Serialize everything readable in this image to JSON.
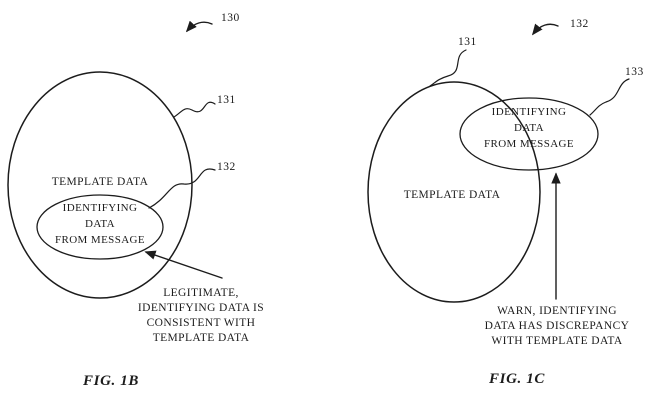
{
  "colors": {
    "ink": "#1c1c1c",
    "paper": "#ffffff"
  },
  "figures": [
    {
      "caption": "FIG. 1B",
      "top_ref": "130",
      "outer_ref": "131",
      "inner_ref": "132",
      "outer_label": "TEMPLATE DATA",
      "inner_label_lines": [
        "IDENTIFYING",
        "DATA",
        "FROM MESSAGE"
      ],
      "annotation_lines": [
        "LEGITIMATE,",
        "IDENTIFYING DATA IS",
        "CONSISTENT WITH",
        "TEMPLATE DATA"
      ]
    },
    {
      "caption": "FIG. 1C",
      "top_ref": "132",
      "outer_ref": "131",
      "inner_ref": "133",
      "outer_label": "TEMPLATE DATA",
      "inner_label_lines": [
        "IDENTIFYING",
        "DATA",
        "FROM MESSAGE"
      ],
      "annotation_lines": [
        "WARN, IDENTIFYING",
        "DATA HAS DISCREPANCY",
        "WITH TEMPLATE DATA"
      ]
    }
  ]
}
